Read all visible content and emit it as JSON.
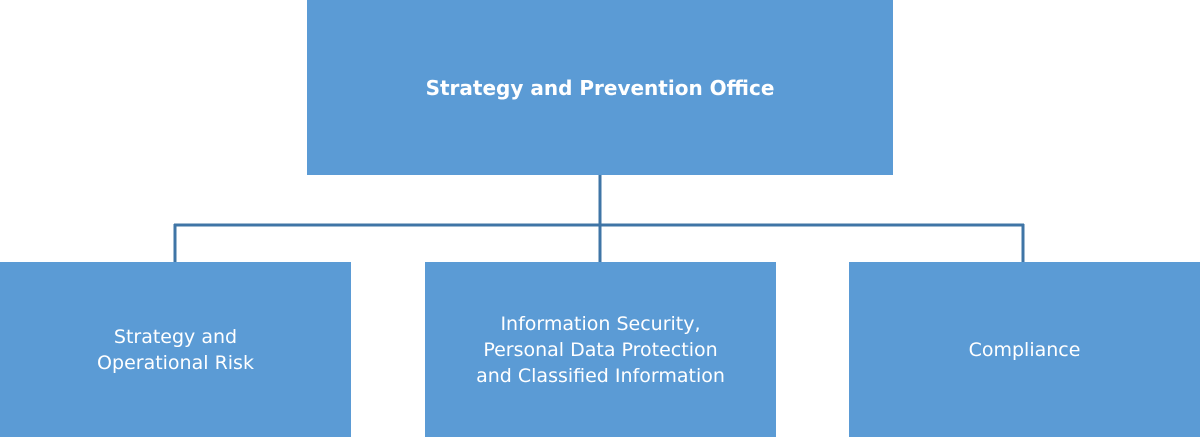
{
  "diagram": {
    "root": {
      "label": "Strategy and Prevention Office"
    },
    "children": [
      {
        "label": "Strategy and\nOperational Risk"
      },
      {
        "label": "Information Security,\nPersonal Data Protection\nand Classified Information"
      },
      {
        "label": "Compliance"
      }
    ]
  },
  "colors": {
    "box_fill": "#5b9bd5",
    "connector": "#3f75a6",
    "text": "#ffffff",
    "background": "#ffffff"
  }
}
